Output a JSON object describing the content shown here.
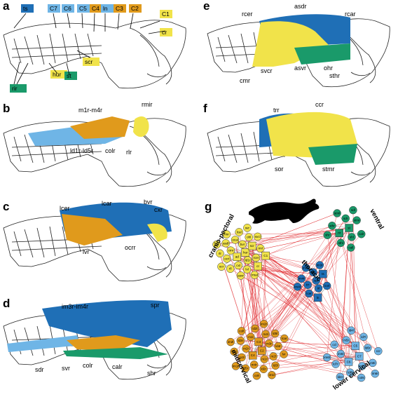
{
  "colors": {
    "yellow": "#f1e34a",
    "orange": "#e09a1c",
    "blue_dark": "#1f6fb6",
    "blue_light": "#6fb5e6",
    "green": "#1a9a6a",
    "edge": "#e0262a"
  },
  "panels": [
    {
      "letter": "a"
    },
    {
      "letter": "b"
    },
    {
      "letter": "c"
    },
    {
      "letter": "d"
    },
    {
      "letter": "e"
    },
    {
      "letter": "f"
    },
    {
      "letter": "g"
    }
  ],
  "panel_a": {
    "boxes": [
      {
        "text": "ts",
        "color": "blue_dark"
      },
      {
        "text": "C7",
        "color": "blue_light"
      },
      {
        "text": "C6",
        "color": "blue_light"
      },
      {
        "text": "C5",
        "color": "blue_light"
      },
      {
        "text": "C4",
        "color": "orange"
      },
      {
        "text": "ln",
        "color": "blue_light"
      },
      {
        "text": "C3",
        "color": "orange"
      },
      {
        "text": "C2",
        "color": "orange"
      },
      {
        "text": "C1",
        "color": "yellow"
      },
      {
        "text": "cr",
        "color": "yellow"
      },
      {
        "text": "scr",
        "color": "yellow"
      },
      {
        "text": "hur",
        "color": "yellow"
      },
      {
        "text": "st",
        "color": "green"
      },
      {
        "text": "rir",
        "color": "green"
      }
    ]
  },
  "panel_b": {
    "labels": [
      "m1r-m4r",
      "rmir",
      "ld1r-ld5r",
      "colr",
      "rlr"
    ]
  },
  "panel_c": {
    "labels": [
      "lcer",
      "lcar",
      "bvr",
      "cxr",
      "lvr",
      "ocrr"
    ]
  },
  "panel_d": {
    "labels": [
      "im3r-im4r",
      "spr",
      "sdr",
      "svr",
      "colr",
      "calr",
      "shr"
    ]
  },
  "panel_e": {
    "labels": [
      "rcer",
      "asdr",
      "rcar",
      "cmr",
      "svcr",
      "asvr",
      "ohr",
      "sthr"
    ]
  },
  "panel_f": {
    "labels": [
      "trr",
      "ccr",
      "sor",
      "stmr"
    ]
  },
  "panel_g": {
    "modules": [
      "cranio-pectoral",
      "ventral",
      "thoracic",
      "midcervical",
      "lower cervical"
    ],
    "nodes": [
      {
        "t": "hur",
        "c": "yellow",
        "s": "sq"
      },
      {
        "t": "ad",
        "c": "yellow",
        "s": "sq"
      },
      {
        "t": "bvr",
        "c": "yellow",
        "s": "ci"
      },
      {
        "t": "ld1r",
        "c": "yellow",
        "s": "ci"
      },
      {
        "t": "cmr",
        "c": "yellow",
        "s": "ci"
      },
      {
        "t": "scr",
        "c": "yellow",
        "s": "sq"
      },
      {
        "t": "cxl",
        "c": "yellow",
        "s": "ci"
      },
      {
        "t": "ocal",
        "c": "yellow",
        "s": "ci"
      },
      {
        "t": "rcer",
        "c": "yellow",
        "s": "ci"
      },
      {
        "t": "ocrl",
        "c": "yellow",
        "s": "ci"
      },
      {
        "t": "ohl",
        "c": "yellow",
        "s": "ci"
      },
      {
        "t": "lvl",
        "c": "yellow",
        "s": "ci"
      },
      {
        "t": "asdl",
        "c": "yellow",
        "s": "ci"
      },
      {
        "t": "rml",
        "c": "yellow",
        "s": "ci"
      },
      {
        "t": "rll",
        "c": "yellow",
        "s": "ci"
      },
      {
        "t": "lcal",
        "c": "yellow",
        "s": "ci"
      },
      {
        "t": "cr",
        "c": "yellow",
        "s": "sq"
      },
      {
        "t": "rlr",
        "c": "yellow",
        "s": "ci"
      },
      {
        "t": "svcl",
        "c": "yellow",
        "s": "ci"
      },
      {
        "t": "asvr",
        "c": "yellow",
        "s": "ci"
      },
      {
        "t": "rmr",
        "c": "yellow",
        "s": "ci"
      },
      {
        "t": "C1",
        "c": "yellow",
        "s": "sq"
      },
      {
        "t": "ocr",
        "c": "yellow",
        "s": "ci"
      },
      {
        "t": "svr",
        "c": "yellow",
        "s": "ci"
      },
      {
        "t": "rmal",
        "c": "yellow",
        "s": "ci"
      },
      {
        "t": "sor",
        "c": "yellow",
        "s": "ci"
      },
      {
        "t": "st",
        "c": "green",
        "s": "sq"
      },
      {
        "t": "rir",
        "c": "green",
        "s": "sq"
      },
      {
        "t": "sdr",
        "c": "green",
        "s": "ci"
      },
      {
        "t": "shl",
        "c": "green",
        "s": "ci"
      },
      {
        "t": "sthr",
        "c": "green",
        "s": "ci"
      },
      {
        "t": "stmr",
        "c": "green",
        "s": "ci"
      },
      {
        "t": "sthl",
        "c": "green",
        "s": "ci"
      },
      {
        "t": "stml",
        "c": "green",
        "s": "ci"
      },
      {
        "t": "calr",
        "c": "green",
        "s": "ci"
      },
      {
        "t": "shr",
        "c": "green",
        "s": "ci"
      },
      {
        "t": "sdl",
        "c": "green",
        "s": "ci"
      },
      {
        "t": "call",
        "c": "green",
        "s": "ci"
      },
      {
        "t": "spr",
        "c": "blue_dark",
        "s": "ci"
      },
      {
        "t": "trr",
        "c": "blue_dark",
        "s": "ci"
      },
      {
        "t": "spl",
        "c": "blue_dark",
        "s": "ci"
      },
      {
        "t": "trl",
        "c": "blue_dark",
        "s": "ci"
      },
      {
        "t": "im4r",
        "c": "blue_dark",
        "s": "ci"
      },
      {
        "t": "ts",
        "c": "blue_dark",
        "s": "sq"
      },
      {
        "t": "lcer",
        "c": "blue_dark",
        "s": "ci"
      },
      {
        "t": "im3l",
        "c": "blue_dark",
        "s": "ci"
      },
      {
        "t": "lcel",
        "c": "blue_dark",
        "s": "ci"
      },
      {
        "t": "im4l",
        "c": "blue_dark",
        "s": "ci"
      },
      {
        "t": "im3r",
        "c": "blue_dark",
        "s": "ci"
      },
      {
        "t": "ln",
        "c": "blue_dark",
        "s": "sq"
      },
      {
        "t": "C2",
        "c": "orange",
        "s": "sq"
      },
      {
        "t": "C4",
        "c": "orange",
        "s": "sq"
      },
      {
        "t": "C3",
        "c": "orange",
        "s": "sq"
      },
      {
        "t": "m1r",
        "c": "orange",
        "s": "ci"
      },
      {
        "t": "m2r",
        "c": "orange",
        "s": "ci"
      },
      {
        "t": "m3r",
        "c": "orange",
        "s": "ci"
      },
      {
        "t": "m4r",
        "c": "orange",
        "s": "ci"
      },
      {
        "t": "m1l",
        "c": "orange",
        "s": "ci"
      },
      {
        "t": "m2l",
        "c": "orange",
        "s": "ci"
      },
      {
        "t": "m3l",
        "c": "orange",
        "s": "ci"
      },
      {
        "t": "m4l",
        "c": "orange",
        "s": "ci"
      },
      {
        "t": "ld2r",
        "c": "orange",
        "s": "ci"
      },
      {
        "t": "ld3r",
        "c": "orange",
        "s": "ci"
      },
      {
        "t": "ld4r",
        "c": "orange",
        "s": "ci"
      },
      {
        "t": "ld5r",
        "c": "orange",
        "s": "ci"
      },
      {
        "t": "ld2l",
        "c": "orange",
        "s": "ci"
      },
      {
        "t": "ld3l",
        "c": "orange",
        "s": "ci"
      },
      {
        "t": "ld4l",
        "c": "orange",
        "s": "ci"
      },
      {
        "t": "ld5l",
        "c": "orange",
        "s": "ci"
      },
      {
        "t": "colr",
        "c": "orange",
        "s": "ci"
      },
      {
        "t": "coll",
        "c": "orange",
        "s": "ci"
      },
      {
        "t": "lvr",
        "c": "orange",
        "s": "ci"
      },
      {
        "t": "im1r",
        "c": "orange",
        "s": "ci"
      },
      {
        "t": "im2r",
        "c": "orange",
        "s": "ci"
      },
      {
        "t": "im1l",
        "c": "orange",
        "s": "ci"
      },
      {
        "t": "im2l",
        "c": "orange",
        "s": "ci"
      },
      {
        "t": "lcar",
        "c": "orange",
        "s": "ci"
      },
      {
        "t": "C7",
        "c": "blue_light",
        "s": "sq"
      },
      {
        "t": "C6",
        "c": "blue_light",
        "s": "sq"
      },
      {
        "t": "C5",
        "c": "blue_light",
        "s": "sq"
      },
      {
        "t": "im5r",
        "c": "blue_light",
        "s": "ci"
      },
      {
        "t": "im5l",
        "c": "blue_light",
        "s": "ci"
      },
      {
        "t": "ld6r",
        "c": "blue_light",
        "s": "ci"
      },
      {
        "t": "ld6l",
        "c": "blue_light",
        "s": "ci"
      },
      {
        "t": "m5r",
        "c": "blue_light",
        "s": "ci"
      },
      {
        "t": "m5l",
        "c": "blue_light",
        "s": "ci"
      },
      {
        "t": "ld7r",
        "c": "blue_light",
        "s": "ci"
      },
      {
        "t": "ld7l",
        "c": "blue_light",
        "s": "ci"
      },
      {
        "t": "col6",
        "c": "blue_light",
        "s": "ci"
      },
      {
        "t": "ccl",
        "c": "blue_light",
        "s": "ci"
      },
      {
        "t": "ccr",
        "c": "blue_light",
        "s": "ci"
      },
      {
        "t": "ld4r",
        "c": "blue_light",
        "s": "ci"
      },
      {
        "t": "ld4l",
        "c": "blue_light",
        "s": "ci"
      },
      {
        "t": "im6r",
        "c": "blue_light",
        "s": "ci"
      },
      {
        "t": "im6l",
        "c": "blue_light",
        "s": "ci"
      }
    ]
  }
}
